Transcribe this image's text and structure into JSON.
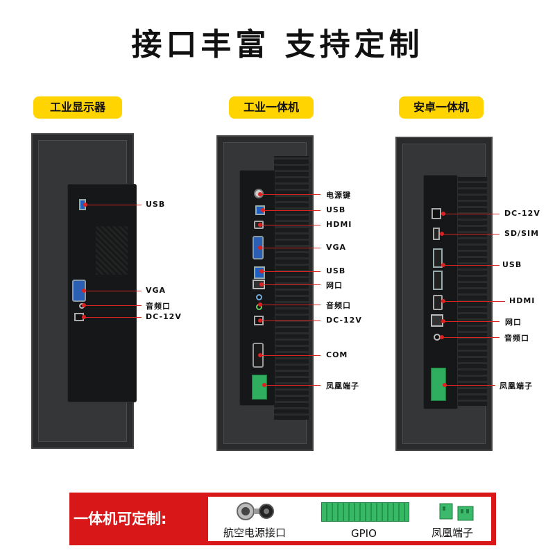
{
  "title": "接口丰富 支持定制",
  "categories": {
    "monitor": "工业显示器",
    "industrial_pc": "工业一体机",
    "android_pc": "安卓一体机"
  },
  "monitor_labels": [
    "USB",
    "VGA",
    "音频口",
    "DC-12V"
  ],
  "industrial_labels": [
    "电源键",
    "USB",
    "HDMI",
    "VGA",
    "USB",
    "网口",
    "音频口",
    "DC-12V",
    "COM",
    "凤凰端子"
  ],
  "android_labels": [
    "DC-12V",
    "SD/SIM",
    "USB",
    "HDMI",
    "网口",
    "音频口",
    "凤凰端子"
  ],
  "custom": {
    "heading": "一体机可定制:",
    "items": [
      "航空电源接口",
      "GPIO",
      "凤凰端子"
    ]
  },
  "colors": {
    "accent_yellow": "#ffd400",
    "callout_red": "#dd2222",
    "banner_red": "#d81818"
  }
}
